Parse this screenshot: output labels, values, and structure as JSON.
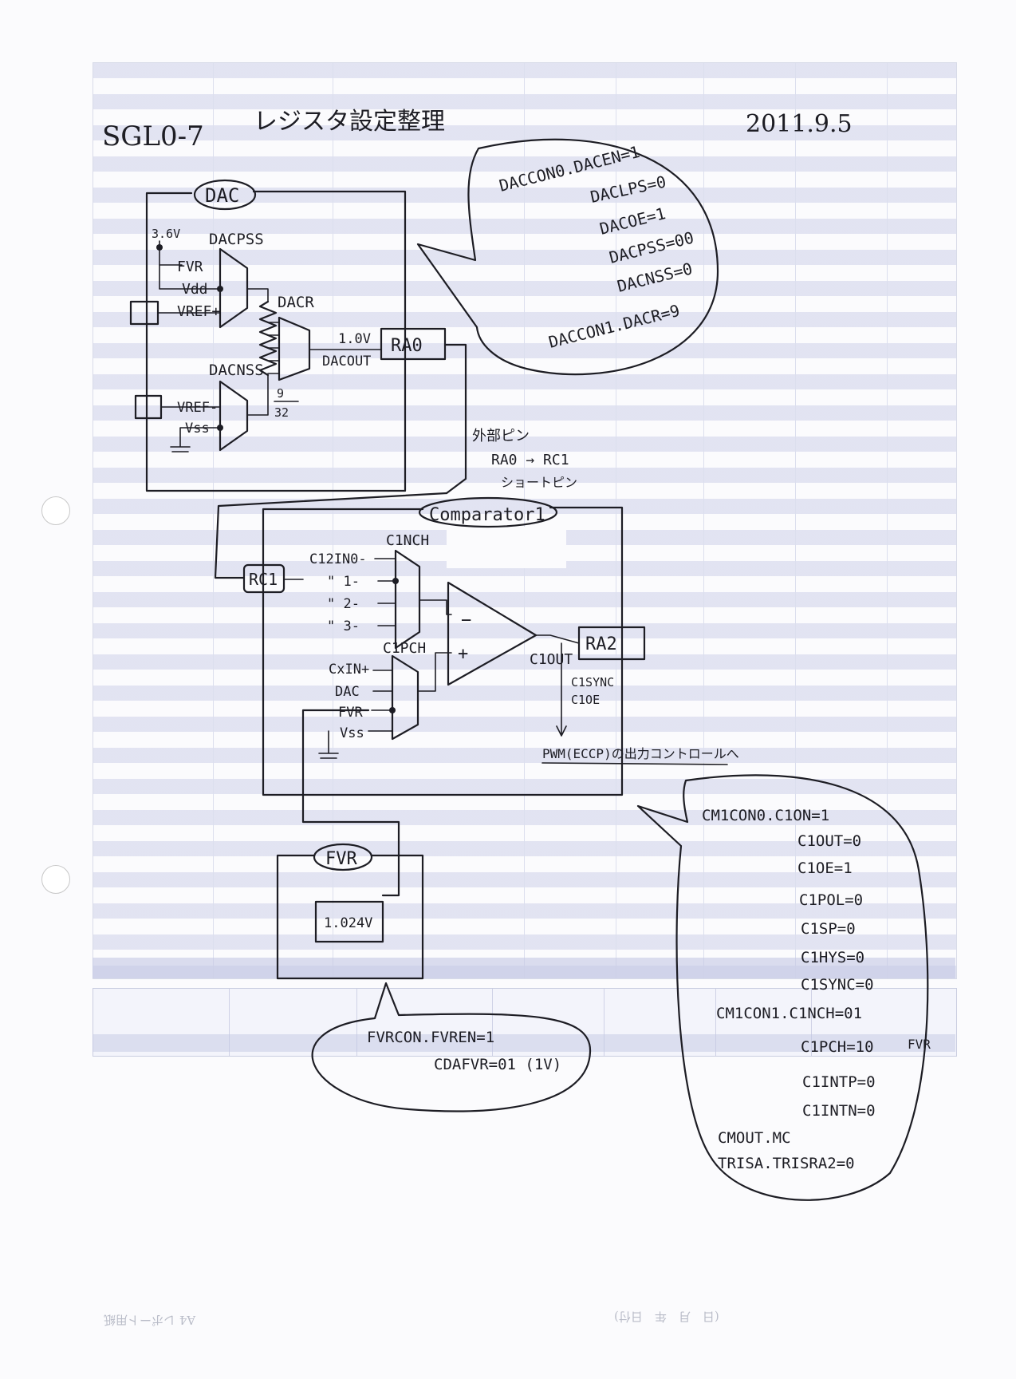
{
  "header": {
    "doc_id": "SGL0-7",
    "title": "レジスタ設定整理",
    "date": "2011.9.5"
  },
  "dac_block": {
    "label": "DAC",
    "supply": "3.6V",
    "pss_mux": "DACPSS",
    "pss_inputs": [
      "FVR",
      "Vdd",
      "VREF+"
    ],
    "ladder": "DACR",
    "output_voltage": "1.0V",
    "output_signal": "DACOUT",
    "pin": "RA0",
    "nss_mux": "DACNSS",
    "nss_inputs": [
      "VREF-",
      "Vss"
    ],
    "ratio_num": "9",
    "ratio_den": "32"
  },
  "dac_settings": [
    "DACCON0.DACEN=1",
    "DACLPS=0",
    "DACOE=1",
    "DACPSS=00",
    "DACNSS=0",
    "DACCON1.DACR=9"
  ],
  "external_note": [
    "外部ピン",
    "RA0 → RC1",
    "ショートピン"
  ],
  "comparator": {
    "label": "Comparator1",
    "input_pin": "RC1",
    "n_mux": "C1NCH",
    "n_inputs": [
      "C12IN0-",
      "\"  1-",
      "\"  2-",
      "\"  3-"
    ],
    "p_mux": "C1PCH",
    "p_inputs": [
      "CxIN+",
      "DAC",
      "FVR",
      "Vss"
    ],
    "minus": "−",
    "plus": "+",
    "output_signal": "C1OUT",
    "output_pin": "RA2",
    "sync": "C1SYNC",
    "oe": "C1OE",
    "pwm_note": "PWM(ECCP)の出力コントロールへ"
  },
  "comparator_settings": [
    "CM1CON0.C1ON=1",
    "C1OUT=0",
    "C1OE=1",
    "C1POL=0",
    "C1SP=0",
    "C1HYS=0",
    "C1SYNC=0",
    "CM1CON1.C1NCH=01",
    "C1PCH=10",
    "C1INTP=0",
    "C1INTN=0",
    "CMOUT.MC",
    "TRISA.TRISRA2=0"
  ],
  "c1pch_tag": "FVR",
  "fvr_block": {
    "label": "FVR",
    "voltage": "1.024V"
  },
  "fvr_settings": [
    "FVRCON.FVREN=1",
    "CDAFVR=01 (1V)"
  ],
  "colors": {
    "ink": "#1d1d24",
    "rule": "#cdd0e8",
    "paper": "#fbfbfd"
  }
}
